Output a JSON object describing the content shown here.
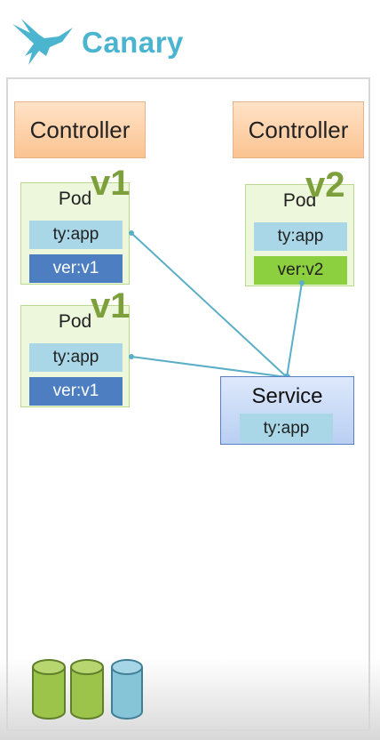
{
  "brand": {
    "name": "Canary",
    "logo_icon": "hummingbird-icon",
    "accent_color": "#4bb4cf"
  },
  "controllers": [
    {
      "label": "Controller"
    },
    {
      "label": "Controller"
    }
  ],
  "pods": [
    {
      "title": "Pod",
      "version_tag": "v1",
      "selector_label": "ty:app",
      "version_label": "ver:v1"
    },
    {
      "title": "Pod",
      "version_tag": "v1",
      "selector_label": "ty:app",
      "version_label": "ver:v1"
    },
    {
      "title": "Pod",
      "version_tag": "v2",
      "selector_label": "ty:app",
      "version_label": "ver:v2"
    }
  ],
  "service": {
    "title": "Service",
    "selector_label": "ty:app"
  },
  "storage": {
    "icons": [
      "database-icon",
      "database-icon",
      "database-icon"
    ],
    "colors": [
      "#9cc34a",
      "#9cc34a",
      "#86c4d8"
    ]
  },
  "colors": {
    "controller_fill": "#fbc391",
    "pod_fill": "#edf7dc",
    "selector_label_fill": "#a9d7e7",
    "v1_label_fill": "#4d7ec1",
    "v2_label_fill": "#8ccf3f",
    "service_fill": "#c9dbf7",
    "link_color": "#5aaec6"
  }
}
